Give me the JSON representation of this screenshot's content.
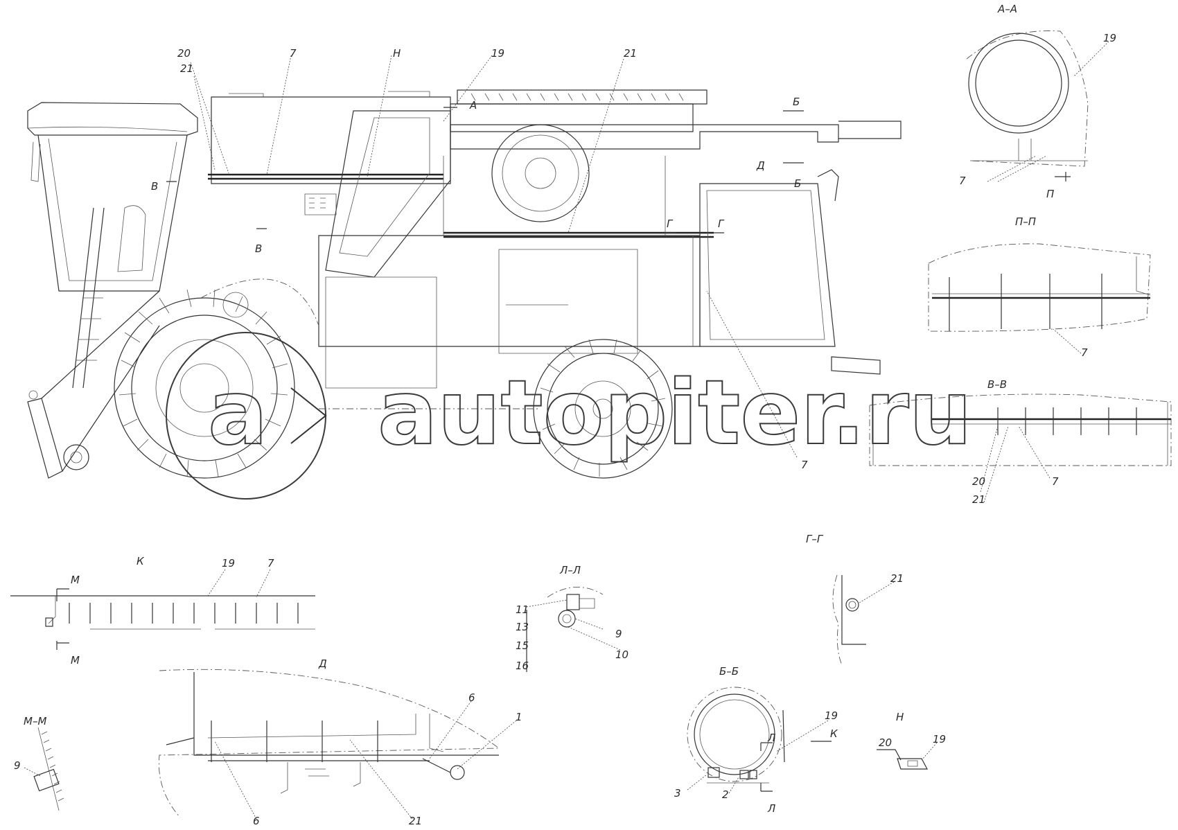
{
  "watermark": {
    "text": "autopiter.ru",
    "logo_letter": "a"
  },
  "views": {
    "main": {
      "labels": [
        "20",
        "21",
        "7",
        "Н",
        "19",
        "21",
        "А",
        "Б",
        "Б",
        "Д",
        "В",
        "В",
        "Г",
        "Г",
        "7"
      ]
    },
    "section_aa": {
      "title": "А–А",
      "labels": [
        "19",
        "7",
        "П"
      ]
    },
    "section_pp": {
      "title": "П–П",
      "labels": [
        "7"
      ]
    },
    "section_vv": {
      "title": "В–В",
      "labels": [
        "20",
        "21",
        "7"
      ]
    },
    "view_k": {
      "title": "К",
      "labels": [
        "19",
        "7",
        "М",
        "М"
      ]
    },
    "section_ll": {
      "title": "Л–Л",
      "labels": [
        "11",
        "13",
        "15",
        "16",
        "9",
        "10"
      ]
    },
    "section_gg": {
      "title": "Г–Г",
      "labels": [
        "21"
      ]
    },
    "view_d": {
      "title": "Д",
      "labels": [
        "6",
        "1",
        "6",
        "21"
      ]
    },
    "section_mm": {
      "title": "М–М",
      "labels": [
        "9"
      ]
    },
    "section_bb": {
      "title": "Б–Б",
      "labels": [
        "19",
        "К",
        "Л",
        "3",
        "2",
        "Л"
      ]
    },
    "view_n": {
      "title": "Н",
      "labels": [
        "20",
        "19"
      ]
    }
  }
}
